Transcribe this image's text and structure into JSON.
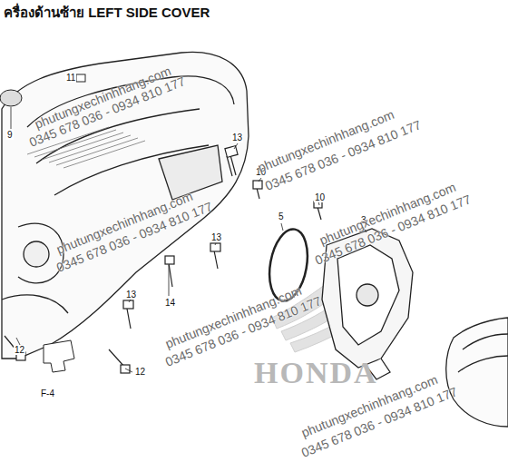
{
  "diagram": {
    "title": "ครื่องด้านซ้าย  LEFT SIDE COVER",
    "labels": [
      "11",
      "9",
      "13",
      "10",
      "5",
      "10",
      "3",
      "13",
      "13",
      "14",
      "12",
      "12",
      "F-4",
      "HONDA",
      "phutungxechinhhang.com",
      "0345 678 036 - 0934 810 177",
      "phutungxechinhhang.com",
      "0345 678 036 - 0934 810 177",
      "phutungxechinhhang.com",
      "0345 678 036 - 0934 810 177",
      "phutungxechinhhang.com",
      "0345 678 036 - 0934 810 177",
      "phutungxechinhhang.com",
      "0345 678 036 - 0934 810 177",
      "phutungxechinhhang.com",
      "0345 678 036 - 0934 810 177"
    ]
  }
}
